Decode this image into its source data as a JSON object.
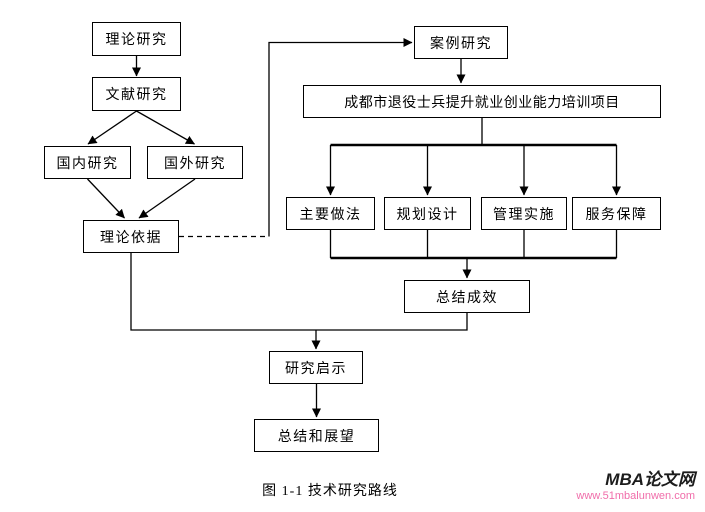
{
  "diagram": {
    "nodes": [
      {
        "id": "theory-research",
        "label": "理论研究"
      },
      {
        "id": "literature-research",
        "label": "文献研究"
      },
      {
        "id": "domestic-research",
        "label": "国内研究"
      },
      {
        "id": "foreign-research",
        "label": "国外研究"
      },
      {
        "id": "theoretical-basis",
        "label": "理论依据"
      },
      {
        "id": "case-study",
        "label": "案例研究"
      },
      {
        "id": "training-project",
        "label": "成都市退役士兵提升就业创业能力培训项目"
      },
      {
        "id": "main-practices",
        "label": "主要做法"
      },
      {
        "id": "planning-design",
        "label": "规划设计"
      },
      {
        "id": "management-implementation",
        "label": "管理实施"
      },
      {
        "id": "service-guarantee",
        "label": "服务保障"
      },
      {
        "id": "summary-of-results",
        "label": "总结成效"
      },
      {
        "id": "research-implications",
        "label": "研究启示"
      },
      {
        "id": "summary-and-outlook",
        "label": "总结和展望"
      }
    ],
    "caption": "图 1-1 技术研究路线"
  },
  "watermark": {
    "site_name": "MBA论文网",
    "site_url": "www.51mbalunwen.com"
  },
  "colors": {
    "line": "#000000",
    "box_border": "#000000",
    "url_pink": "#f06daa"
  }
}
